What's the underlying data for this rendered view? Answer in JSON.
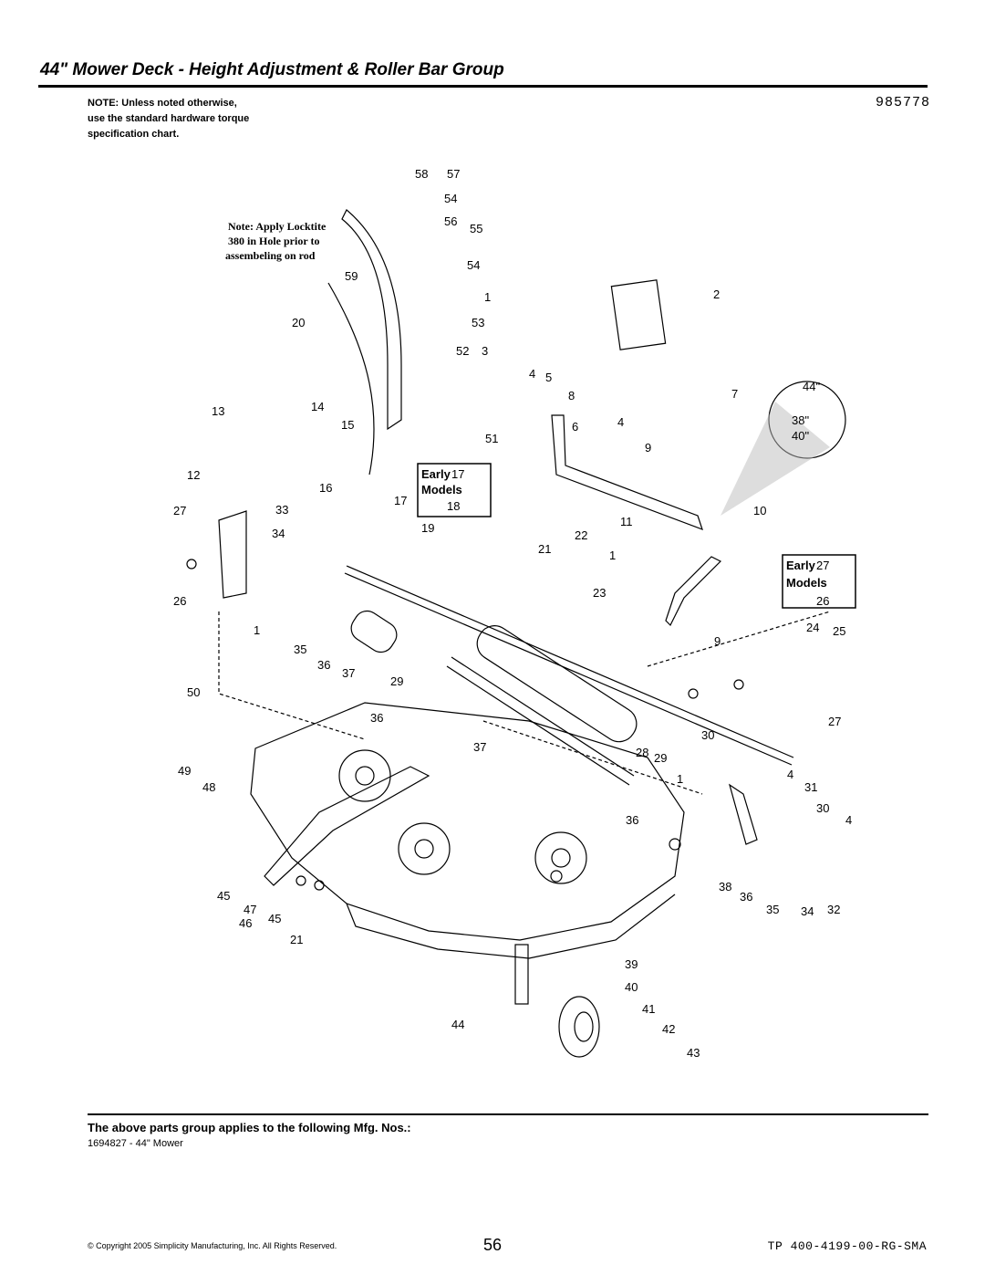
{
  "header": {
    "title": "44\" Mower Deck - Height Adjustment & Roller Bar Group",
    "part_number": "985778",
    "note_lines": [
      "NOTE: Unless noted otherwise,",
      "use the standard hardware torque",
      "specification chart."
    ]
  },
  "diagram": {
    "locktite_note": [
      "Note: Apply Locktite",
      "380 in Hole prior to",
      "assembeling on rod"
    ],
    "early_models_box_1": {
      "label_line1": "Early",
      "label_line2": "Models",
      "parts": [
        "17",
        "18"
      ]
    },
    "early_models_box_2": {
      "label_line1": "Early",
      "label_line2": "Models",
      "parts": [
        "27",
        "26"
      ]
    },
    "inset_labels": [
      "44\"",
      "38\"",
      "40\""
    ],
    "callouts": [
      "58",
      "57",
      "54",
      "56",
      "55",
      "54",
      "59",
      "1",
      "2",
      "20",
      "53",
      "52",
      "3",
      "4",
      "5",
      "6",
      "7",
      "8",
      "4",
      "9",
      "13",
      "14",
      "15",
      "51",
      "12",
      "16",
      "17",
      "33",
      "27",
      "34",
      "19",
      "22",
      "11",
      "10",
      "21",
      "1",
      "23",
      "26",
      "1",
      "35",
      "36",
      "37",
      "29",
      "24",
      "25",
      "9",
      "50",
      "36",
      "27",
      "37",
      "28",
      "29",
      "30",
      "1",
      "4",
      "49",
      "48",
      "31",
      "36",
      "30",
      "4",
      "45",
      "47",
      "46",
      "45",
      "21",
      "38",
      "36",
      "35",
      "34",
      "32",
      "39",
      "40",
      "41",
      "44",
      "42",
      "43"
    ]
  },
  "footer": {
    "applies_heading": "The above parts group applies to the following Mfg. Nos.:",
    "mfg_number": "1694827 - 44\" Mower",
    "copyright": "© Copyright 2005 Simplicity Manufacturing, Inc. All Rights Reserved.",
    "page_number": "56",
    "doc_number": "TP 400-4199-00-RG-SMA"
  }
}
